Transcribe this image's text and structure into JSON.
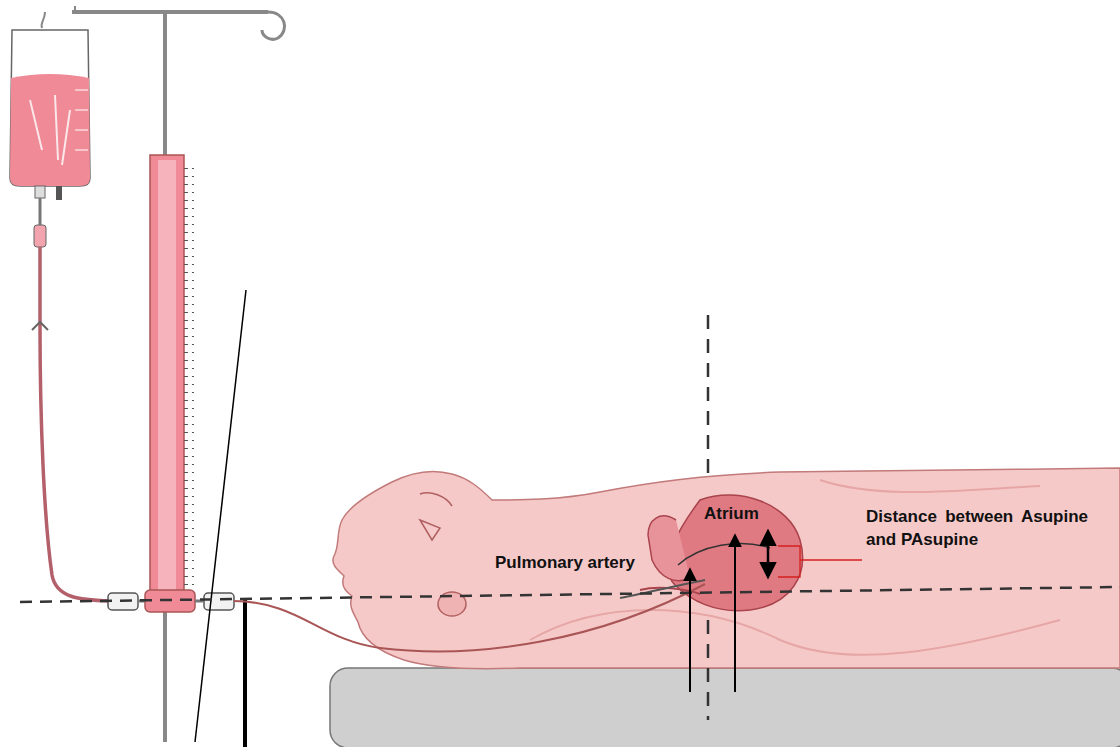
{
  "diagram": {
    "labels": [
      "Atrium",
      "Pulmonary artery",
      "Distance between Asupine and PAsupine"
    ]
  }
}
